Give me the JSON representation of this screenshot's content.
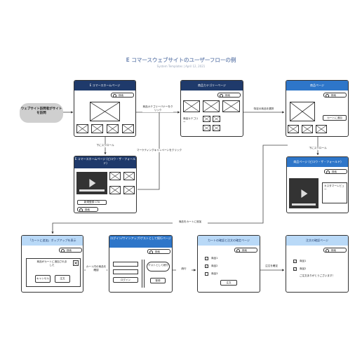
{
  "title": "E コマースウェブサイトのユーザーフローの例",
  "subtitle": "System Templates | April 12, 2021",
  "start_node": "ウェブサイト訪問者がサイトを訪問",
  "search_label": "検索",
  "screens": {
    "home": {
      "header": "E コマースホームページ"
    },
    "category": {
      "header": "商品カテゴリーページ",
      "text": "商品カテゴリー"
    },
    "product": {
      "header": "商品ページ",
      "button": "カートに追加"
    },
    "home_scrolled": {
      "header": "E コマースホームページ (ビロウ・ザ・フォールド)",
      "cta": "新規登録 CTA"
    },
    "product_scrolled": {
      "header": "商品ページ (ビロウ・ザ・フォールド)",
      "reviews": "カスタマーレビュー"
    },
    "cart_popup": {
      "header": "「カートに追加」ポップアップを表示",
      "message": "商品がカートに追加されました",
      "cancel": "キャンセル",
      "order": "注文"
    },
    "login": {
      "header": "ログイン/サインアップ/ゲストとして続行ページ",
      "login_btn": "ログイン",
      "guest_btn": "ゲストとして続行",
      "register_btn": "登録"
    },
    "cart_confirm": {
      "header": "カートの確認と注文の確定ページ",
      "items": [
        "商品1",
        "商品2",
        "商品3"
      ],
      "order_btn": "注文"
    },
    "order_confirm": {
      "header": "注文の確認ページ",
      "items": [
        "商品1",
        "商品2"
      ],
      "thanks": "ご注文ありがとうございます！"
    }
  },
  "edges": {
    "banner_click": "商品カテゴリーバナーをクリック",
    "scroll_down_1": "下にスクロール",
    "campaign_click": "マーケティングキャンペーンをクリック",
    "select_product": "特定の商品を選択",
    "scroll_down_2": "下にスクロール",
    "add_to_cart": "商品をカートに追加",
    "check_cart": "カート内の商品を確認",
    "continue": "続行",
    "confirm_order": "注文を確定"
  }
}
